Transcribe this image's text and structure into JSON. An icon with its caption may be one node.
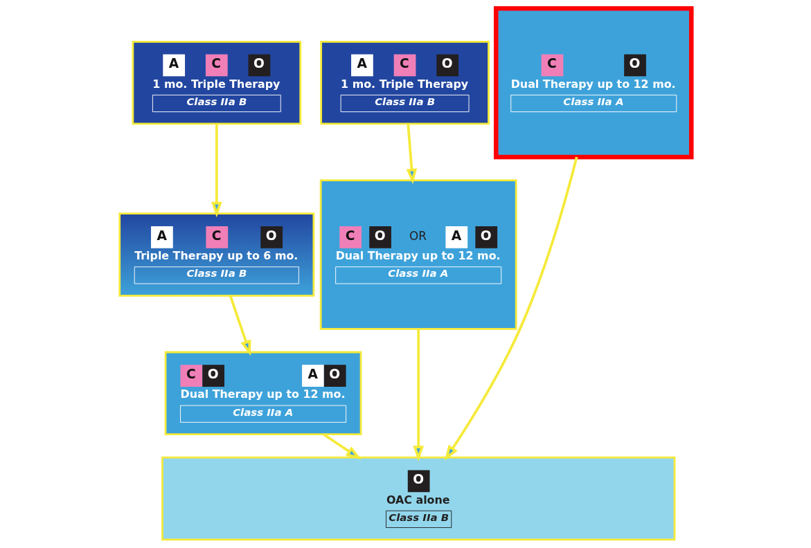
{
  "diagram": {
    "nodes": [
      {
        "text": [
          "A",
          "C",
          "O",
          "1 mo. Triple Therapy",
          "Class IIa B"
        ]
      },
      {
        "text": [
          "A",
          "C",
          "O",
          "Triple Therapy up to 6 mo.",
          "Class IIa B"
        ]
      },
      {
        "text": [
          "C",
          "O",
          "A",
          "O",
          "Dual Therapy up to 12 mo.",
          "Class IIa A"
        ]
      },
      {
        "text": [
          "A",
          "C",
          "O",
          "1 mo. Triple Therapy",
          "Class IIa B"
        ]
      },
      {
        "text": [
          "C",
          "O",
          "OR",
          "A",
          "O",
          "Dual Therapy up to 12 mo.",
          "Class IIa A"
        ]
      },
      {
        "text": [
          "C",
          "O",
          "Dual Therapy up to 12 mo.",
          "Class IIa A"
        ]
      },
      {
        "text": [
          "O",
          "OAC alone",
          "Class IIa B"
        ]
      }
    ],
    "edges": [
      {
        "from": 0,
        "to": 1,
        "arrow": "to"
      },
      {
        "from": 1,
        "to": 2,
        "arrow": "to"
      },
      {
        "from": 3,
        "to": 4,
        "arrow": "to"
      },
      {
        "from": 2,
        "to": 6,
        "arrow": "to"
      },
      {
        "from": 4,
        "to": 6,
        "arrow": "to"
      },
      {
        "from": 5,
        "to": 6,
        "arrow": "to"
      }
    ]
  }
}
